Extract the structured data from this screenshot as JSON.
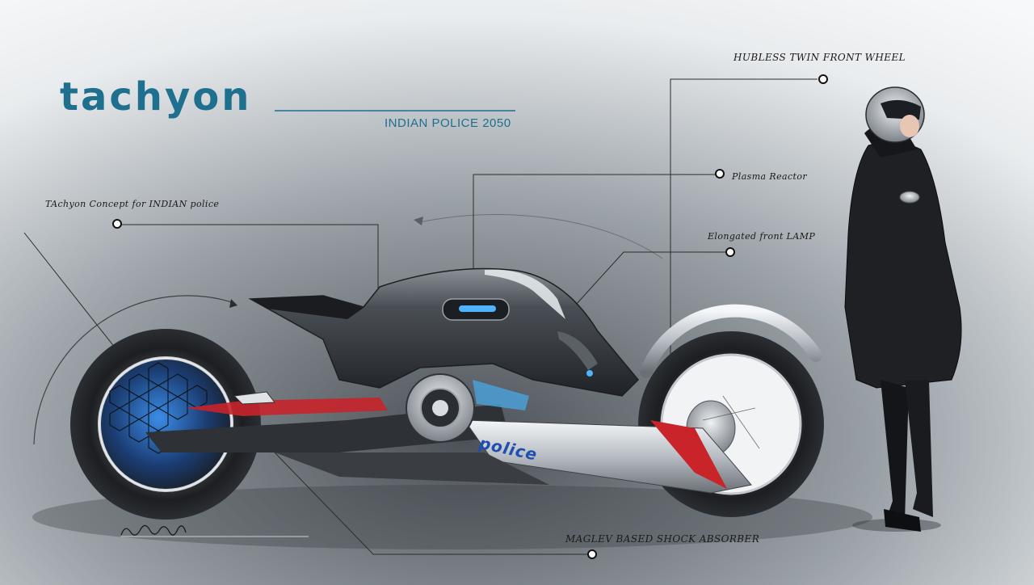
{
  "header": {
    "title": "tachyon",
    "subtitle": "INDIAN POLICE 2050"
  },
  "callouts": {
    "concept": "TAchyon Concept for INDIAN police",
    "hubless": "HUBLESS TWIN FRONT WHEEL",
    "plasma": "Plasma Reactor",
    "lamp": "Elongated front LAMP",
    "maglev": "MAGLEV BASED SHOCK ABSORBER"
  },
  "livery": {
    "police_label": "police"
  },
  "colors": {
    "brand_teal": "#1f6f8e",
    "glow_blue": "#4fb3ff",
    "accent_red": "#c8242a",
    "body_dark": "#2a2d31"
  }
}
